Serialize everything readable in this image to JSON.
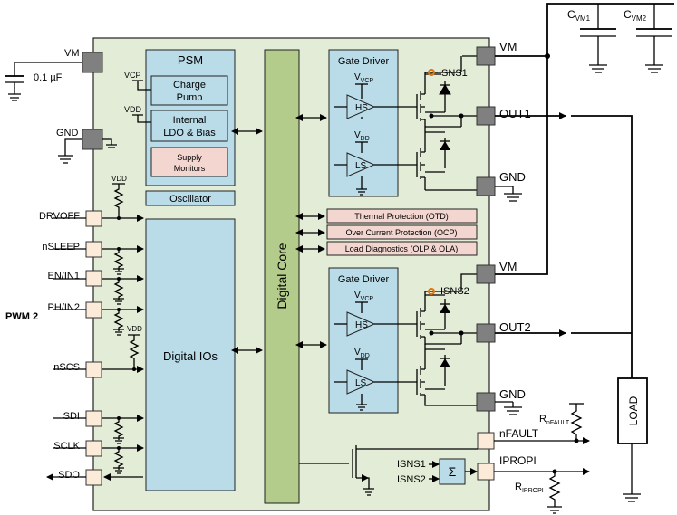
{
  "left_pins": {
    "vm": "VM",
    "cap": "0.1 µF",
    "gnd": "GND",
    "drvoff": "DRVOFF",
    "nsleep": "nSLEEP",
    "enin1": "EN/IN1",
    "phin2": "PH/IN2",
    "pwm2": "PWM 2",
    "nscs": "nSCS",
    "sdi": "SDI",
    "sclk": "SCLK",
    "sdo": "SDO"
  },
  "psm": {
    "title": "PSM",
    "vcp": "VCP",
    "vdd": "VDD",
    "charge_pump_l1": "Charge",
    "charge_pump_l2": "Pump",
    "ldo_l1": "Internal",
    "ldo_l2": "LDO & Bias",
    "sup_l1": "Supply",
    "sup_l2": "Monitors"
  },
  "oscillator": "Oscillator",
  "digital_ios": "Digital IOs",
  "digital_core": "Digital Core",
  "vdd": "VDD",
  "protection": {
    "otd": "Thermal Protection (OTD)",
    "ocp": "Over Current Protection (OCP)",
    "load": "Load Diagnostics (OLP & OLA)"
  },
  "gate_driver_1": {
    "title": "Gate Driver",
    "vvcp": "V",
    "vvcp_sub": "VCP",
    "vdd": "V",
    "vdd_sub": "DD",
    "hs": "HS",
    "ls": "LS"
  },
  "gate_driver_2": {
    "title": "Gate Driver",
    "vvcp": "V",
    "vvcp_sub": "VCP",
    "vdd": "V",
    "vdd_sub": "DD",
    "hs": "HS",
    "ls": "LS"
  },
  "isns1": "ISNS1",
  "isns2": "ISNS2",
  "right_pins": {
    "vm1": "VM",
    "out1": "OUT1",
    "gnd1": "GND",
    "vm2": "VM",
    "out2": "OUT2",
    "gnd2": "GND",
    "nfault": "nFAULT",
    "ipropi": "IPROPI"
  },
  "sum_in1": "ISNS1",
  "sum_in2": "ISNS2",
  "sum": "Σ",
  "cvm1": "C",
  "cvm1_sub": "VM1",
  "cvm2": "C",
  "cvm2_sub": "VM2",
  "rnfault": "R",
  "rnfault_sub": "nFAULT",
  "ripropi": "R",
  "ripropi_sub": "IPROPI",
  "load": "LOAD",
  "colors": {
    "chip": "#e2ecd6",
    "block": "#b9dce8",
    "core": "#b3cc8c",
    "warn": "#f3d6d0",
    "pin": "#808080",
    "io_pin": "#fbebd8"
  }
}
